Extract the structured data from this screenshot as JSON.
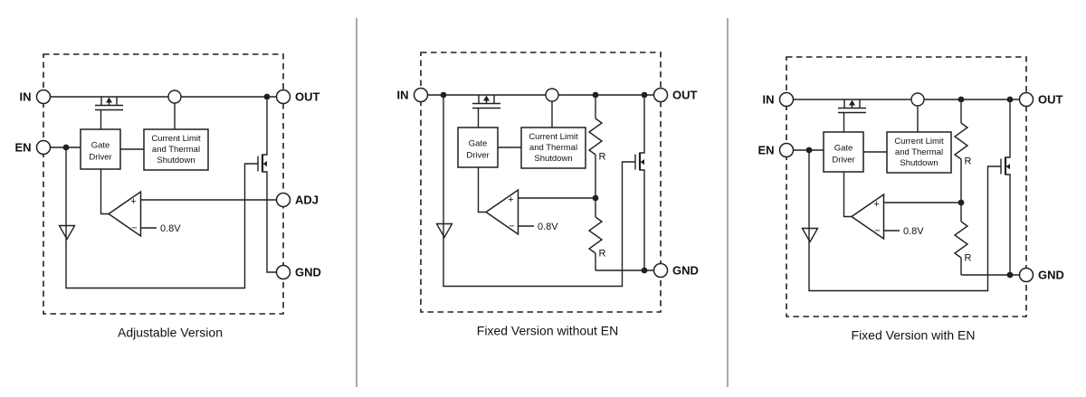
{
  "page": {
    "background": "#ffffff",
    "line_color": "#231f20",
    "divider_color": "#8c8c8c",
    "description": "Three LDO regulator functional block diagrams separated by vertical divider rules"
  },
  "diagrams": [
    {
      "caption": "Adjustable Version",
      "pins": {
        "in": "IN",
        "en": "EN",
        "out": "OUT",
        "adj": "ADJ",
        "gnd": "GND"
      },
      "blocks": {
        "gate_driver": [
          "Gate",
          "Driver"
        ],
        "current_limit": [
          "Current Limit",
          "and Thermal",
          "Shutdown"
        ]
      },
      "error_amp": {
        "plus": "+",
        "minus": "−",
        "reference": "0.8V"
      }
    },
    {
      "caption": "Fixed Version without EN",
      "pins": {
        "in": "IN",
        "out": "OUT",
        "gnd": "GND"
      },
      "blocks": {
        "gate_driver": [
          "Gate",
          "Driver"
        ],
        "current_limit": [
          "Current Limit",
          "and Thermal",
          "Shutdown"
        ]
      },
      "error_amp": {
        "plus": "+",
        "minus": "−",
        "reference": "0.8V"
      },
      "resistors": [
        "R",
        "R"
      ]
    },
    {
      "caption": "Fixed Version with EN",
      "pins": {
        "in": "IN",
        "en": "EN",
        "out": "OUT",
        "gnd": "GND"
      },
      "blocks": {
        "gate_driver": [
          "Gate",
          "Driver"
        ],
        "current_limit": [
          "Current Limit",
          "and Thermal",
          "Shutdown"
        ]
      },
      "error_amp": {
        "plus": "+",
        "minus": "−",
        "reference": "0.8V"
      },
      "resistors": [
        "R",
        "R"
      ]
    }
  ]
}
